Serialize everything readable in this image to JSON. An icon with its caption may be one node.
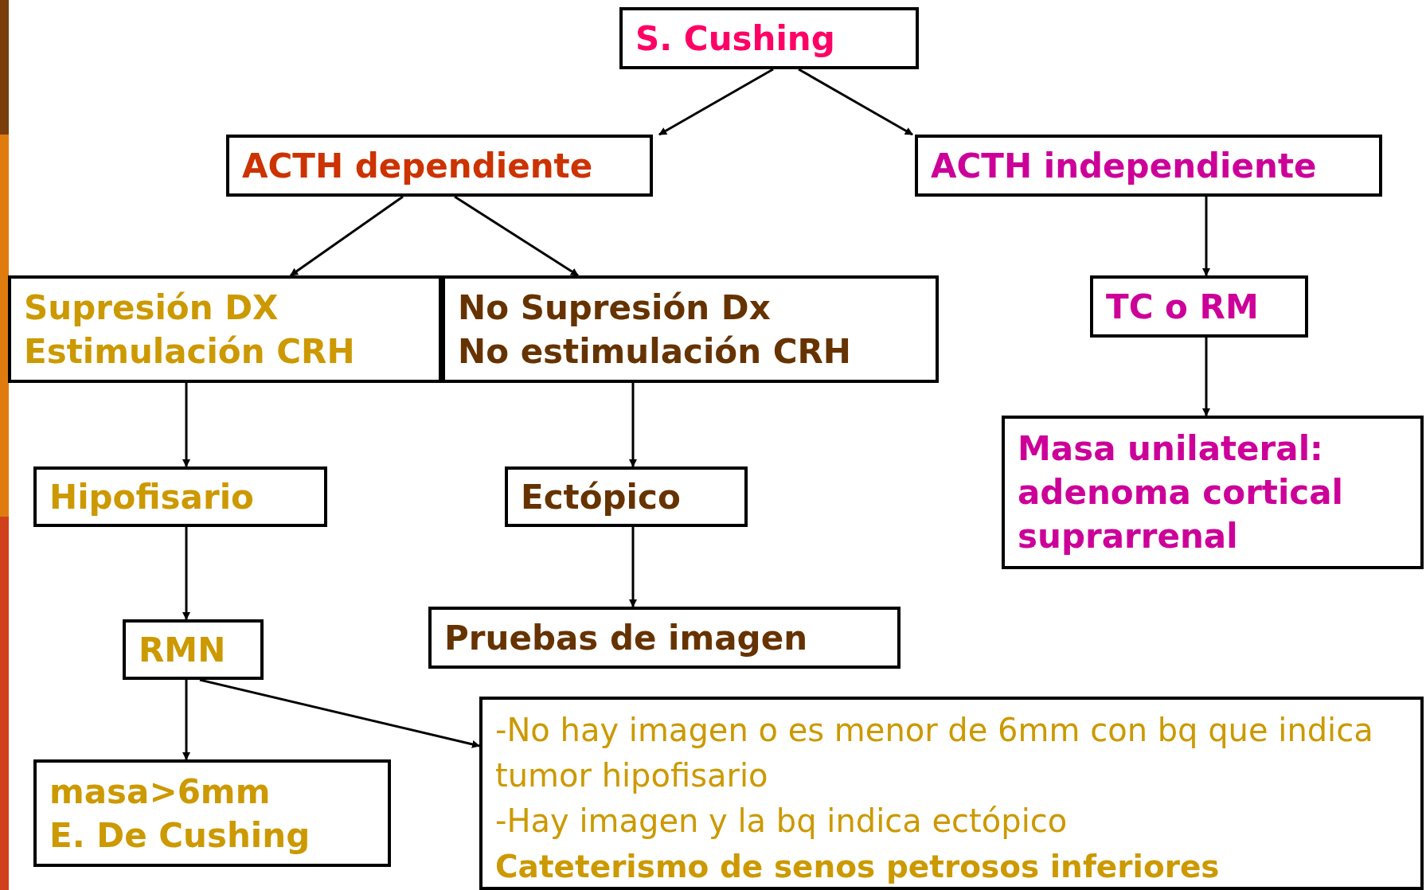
{
  "diagram": {
    "nodes": [
      {
        "text": [
          "S. Cushing"
        ]
      },
      {
        "text": [
          "ACTH dependiente"
        ]
      },
      {
        "text": [
          "ACTH independiente"
        ]
      },
      {
        "text": [
          "Supresión DX",
          "Estimulación CRH"
        ]
      },
      {
        "text": [
          "No Supresión Dx",
          "No estimulación CRH"
        ]
      },
      {
        "text": [
          "TC o RM"
        ]
      },
      {
        "text": [
          "Masa unilateral: adenoma cortical suprarrenal"
        ]
      },
      {
        "text": [
          "Hipofisario"
        ]
      },
      {
        "text": [
          "Ectópico"
        ]
      },
      {
        "text": [
          "RMN"
        ]
      },
      {
        "text": [
          "Pruebas de imagen"
        ]
      },
      {
        "text": [
          "masa>6mm",
          "E. De Cushing"
        ]
      },
      {
        "text": [
          "-No hay imagen o es menor de 6mm con bq que indica tumor hipofisario",
          "-Hay imagen y la bq indica ectópico",
          "Cateterismo de senos petrosos inferiores"
        ]
      }
    ],
    "edges": [
      {
        "from": 0,
        "to": 1,
        "arrow": "to"
      },
      {
        "from": 0,
        "to": 2,
        "arrow": "to"
      },
      {
        "from": 1,
        "to": 3,
        "arrow": "to"
      },
      {
        "from": 1,
        "to": 4,
        "arrow": "to"
      },
      {
        "from": 2,
        "to": 5,
        "arrow": "to"
      },
      {
        "from": 5,
        "to": 6,
        "arrow": "to"
      },
      {
        "from": 3,
        "to": 7,
        "arrow": "to"
      },
      {
        "from": 4,
        "to": 8,
        "arrow": "to"
      },
      {
        "from": 7,
        "to": 9,
        "arrow": "to"
      },
      {
        "from": 8,
        "to": 10,
        "arrow": "to"
      },
      {
        "from": 9,
        "to": 11,
        "arrow": "to"
      },
      {
        "from": 9,
        "to": 12,
        "arrow": "to"
      }
    ]
  }
}
